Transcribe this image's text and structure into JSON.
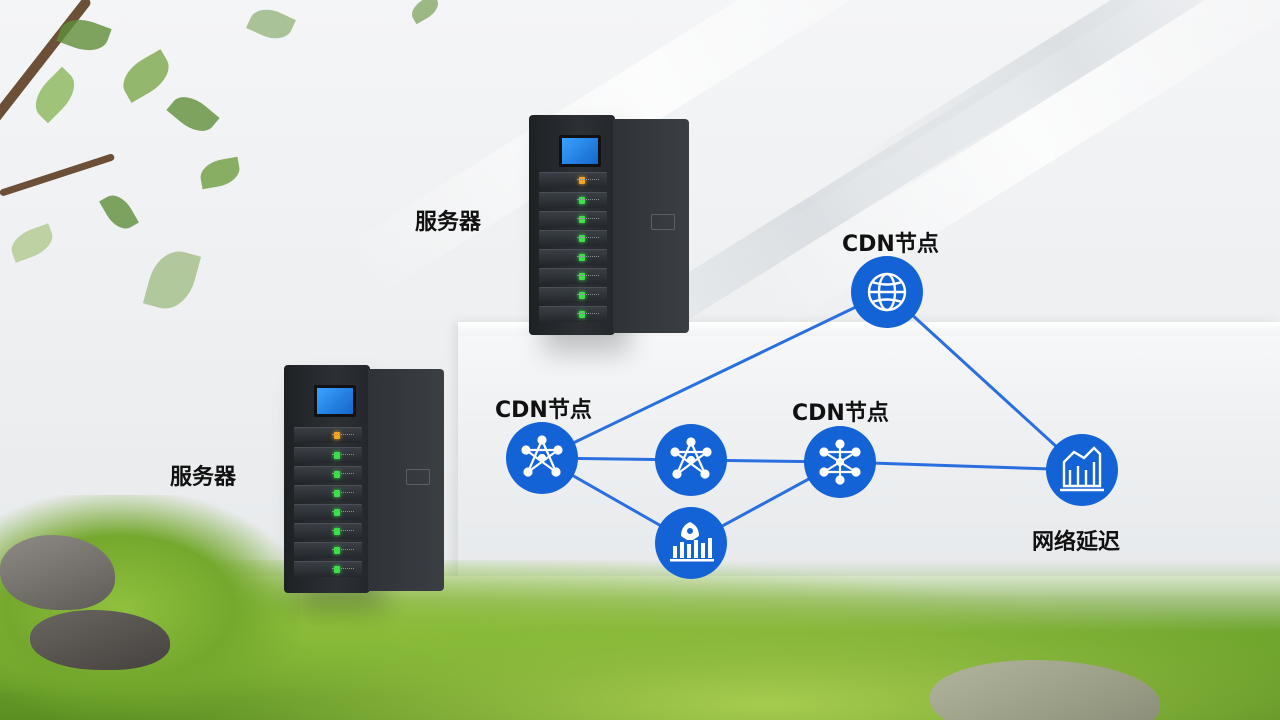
{
  "labels": {
    "server_top": "服务器",
    "server_bottom": "服务器",
    "cdn_top": "CDN节点",
    "cdn_left": "CDN节点",
    "cdn_middle": "CDN节点",
    "latency": "网络延迟"
  },
  "colors": {
    "node_blue": "#1463d6",
    "line_blue": "#2a6fe0",
    "led_green": "#3ee04a",
    "led_amber": "#f5a623"
  },
  "icons": {
    "cdn_top": "globe-icon",
    "cdn_left": "network-hub-icon",
    "center": "network-hub-icon",
    "cdn_middle": "network-hub-icon",
    "analytics": "rocket-bar-chart-icon",
    "latency": "building-chart-icon"
  }
}
